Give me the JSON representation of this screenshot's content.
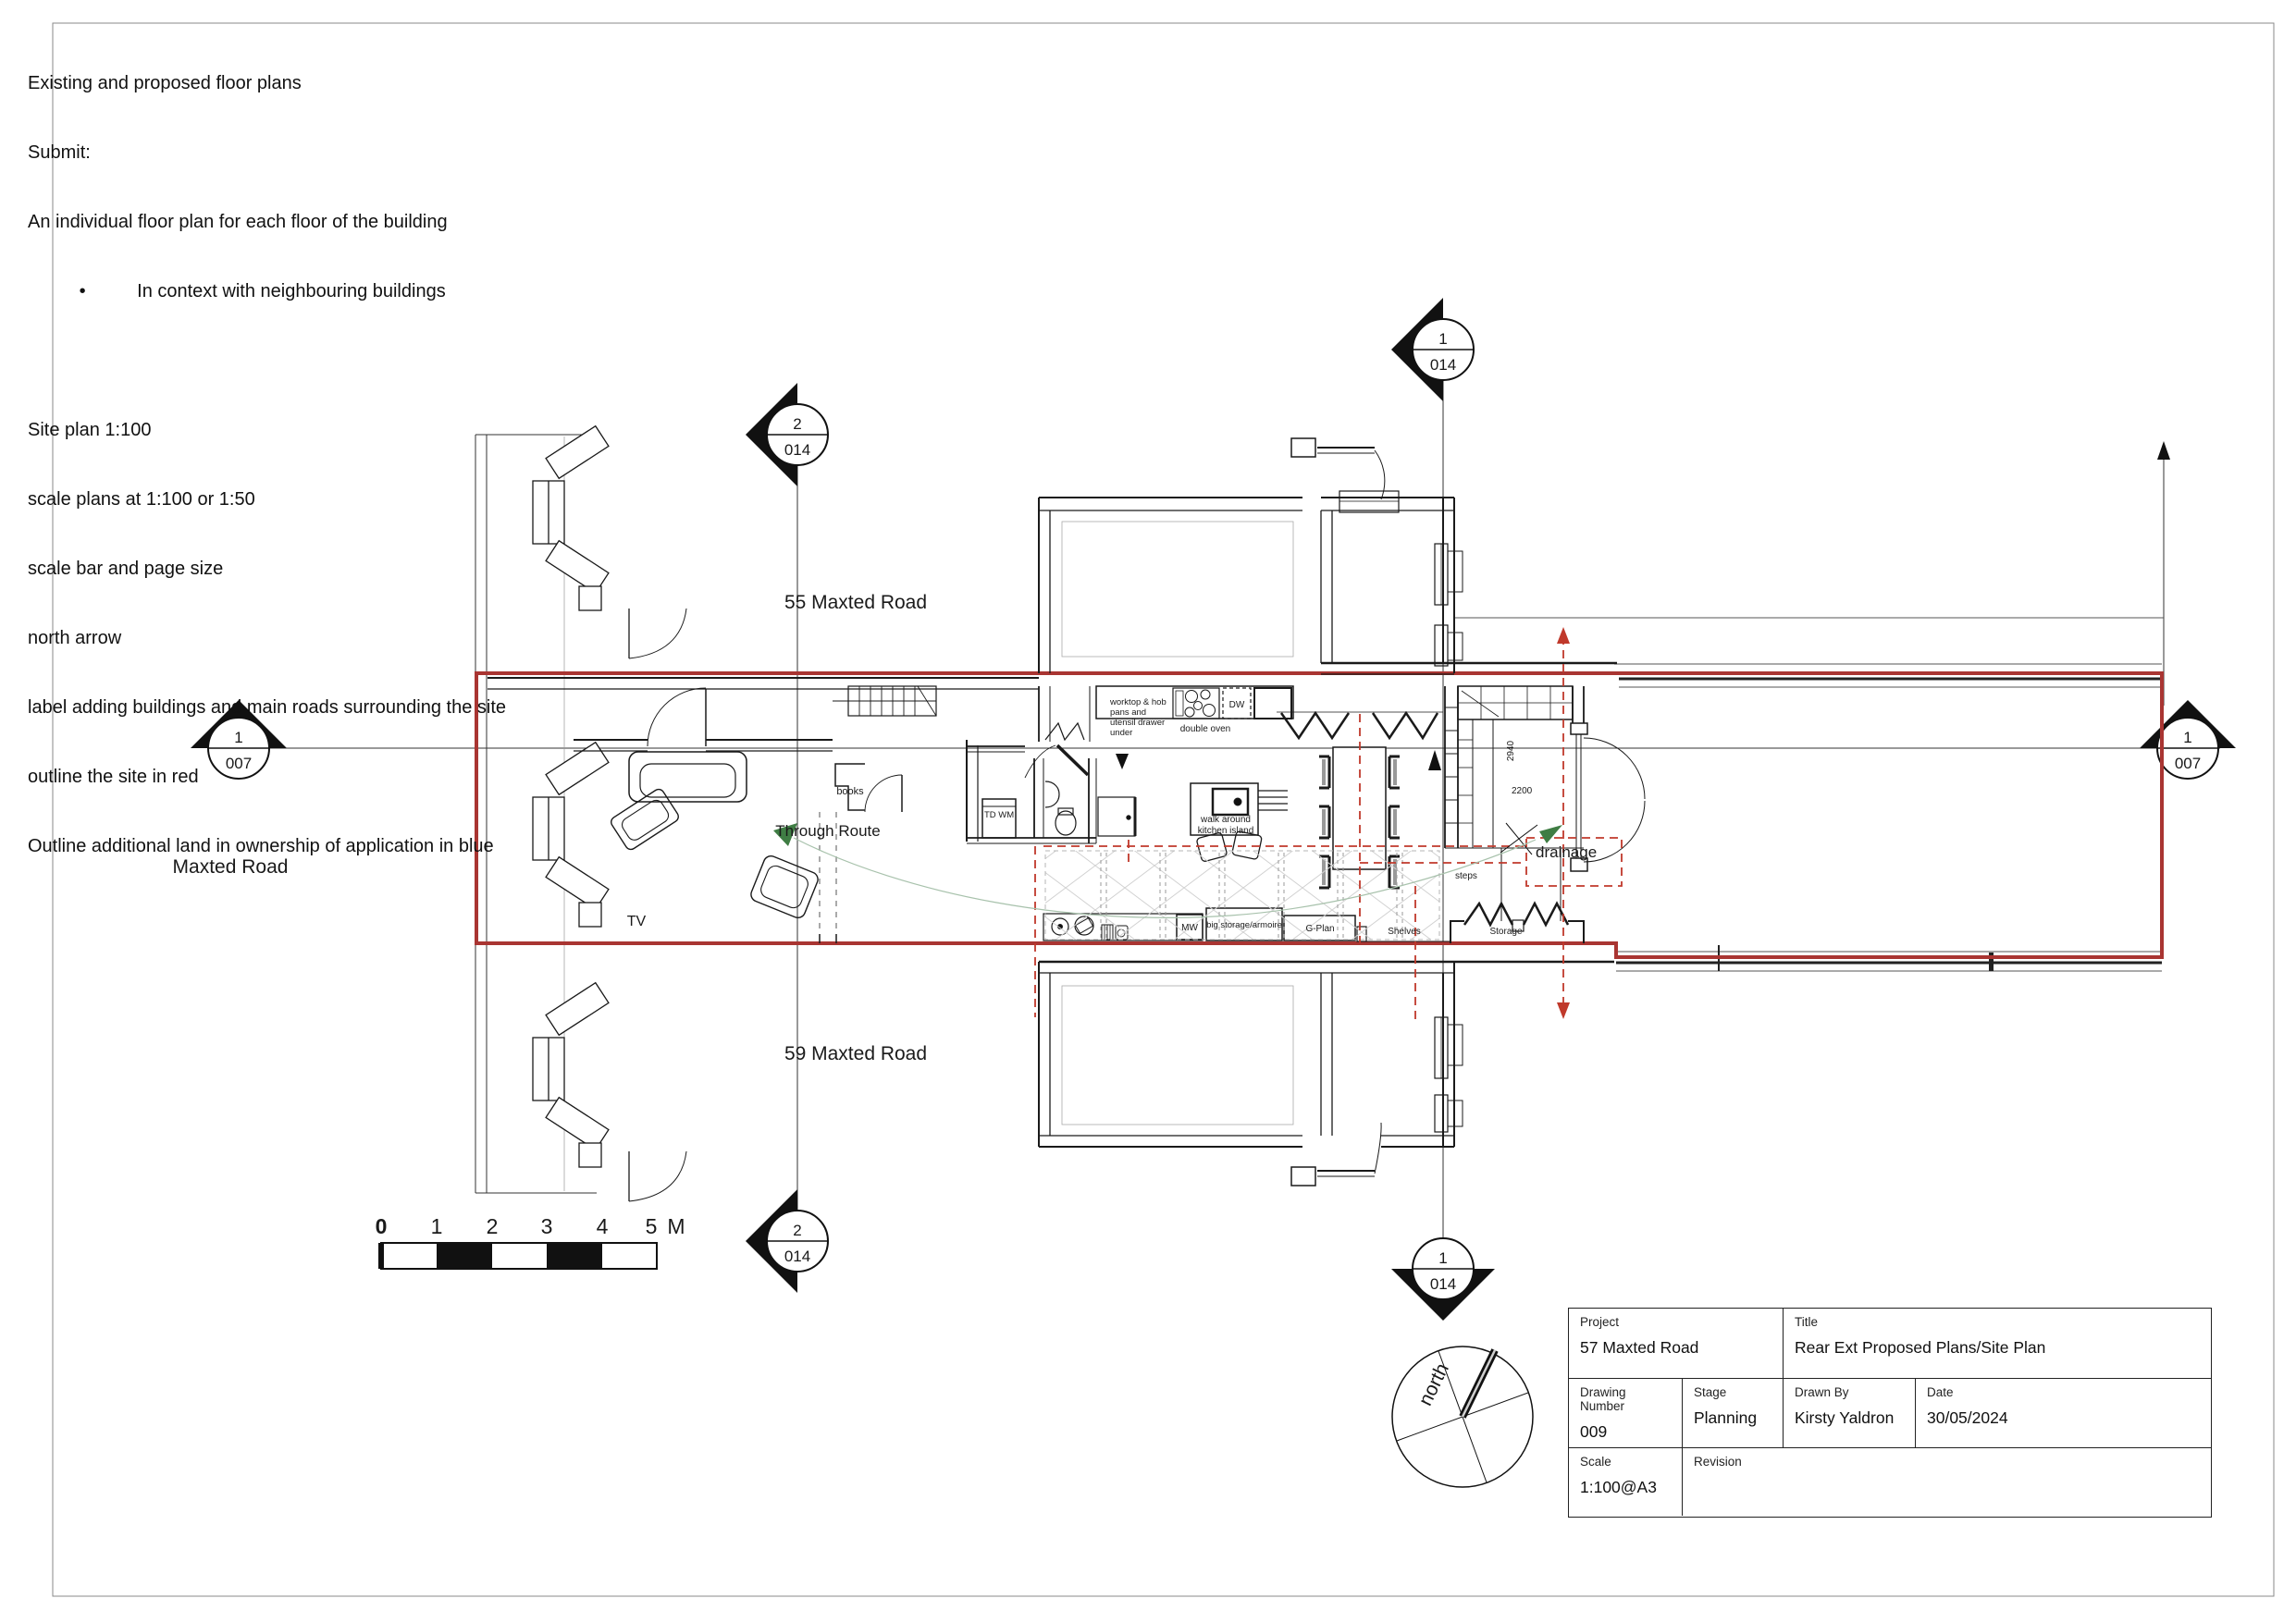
{
  "notes": {
    "lines": [
      "Existing and proposed floor plans",
      "Submit:",
      "An individual floor plan for each floor of the building",
      "          •          In context with neighbouring buildings",
      "",
      "Site plan 1:100",
      "scale plans at 1:100 or 1:50",
      "scale bar and page size",
      "north arrow",
      "label adding buildings and main roads surrounding the site",
      "outline the site in red",
      "Outline additional land in ownership of application in blue"
    ]
  },
  "plan_labels": {
    "road": "Maxted Road",
    "house55": "55 Maxted Road",
    "house59": "59 Maxted Road",
    "tv": "TV",
    "books": "books",
    "td_wm": "TD WM",
    "through_route": "Through Route",
    "drainage": "drainage",
    "worktop_1": "worktop & hob",
    "worktop_2": "pans and",
    "worktop_3": "utensil drawer",
    "worktop_4": "under",
    "double_oven": "double oven",
    "dw": "DW",
    "mw": "MW",
    "big_storage": "big storage/armoire",
    "g_plan": "G-Plan",
    "shelves": "Shelves",
    "storage": "Storage",
    "steps": "steps",
    "island_1": "walk around",
    "island_2": "kitchen island",
    "dim_a": "2940",
    "dim_b": "2200",
    "north": "north"
  },
  "markers": {
    "left007": {
      "num": "1",
      "sheet": "007"
    },
    "right007": {
      "num": "1",
      "sheet": "007"
    },
    "top_a": {
      "num": "2",
      "sheet": "014"
    },
    "bottom_a": {
      "num": "2",
      "sheet": "014"
    },
    "top_b": {
      "num": "1",
      "sheet": "014"
    },
    "bottom_b": {
      "num": "1",
      "sheet": "014"
    }
  },
  "scalebar": {
    "t0": "0",
    "t1": "1",
    "t2": "2",
    "t3": "3",
    "t4": "4",
    "t5": "5",
    "unit": "M"
  },
  "titleblock": {
    "project_label": "Project",
    "project": "57 Maxted Road",
    "title_label": "Title",
    "title": "Rear Ext Proposed Plans/Site Plan",
    "drawing_number_label": "Drawing Number",
    "drawing_number": "009",
    "stage_label": "Stage",
    "stage": "Planning",
    "drawn_by_label": "Drawn By",
    "drawn_by": "Kirsty Yaldron",
    "date_label": "Date",
    "date": "30/05/2024",
    "scale_label": "Scale",
    "scale": "1:100@A3",
    "revision_label": "Revision",
    "revision": ""
  },
  "colors": {
    "site_outline": "#a93532",
    "drainage_red": "#c0392b",
    "route_green": "#3f7d44",
    "route_text": "#5f8f68",
    "wall": "#1a1a1a"
  }
}
